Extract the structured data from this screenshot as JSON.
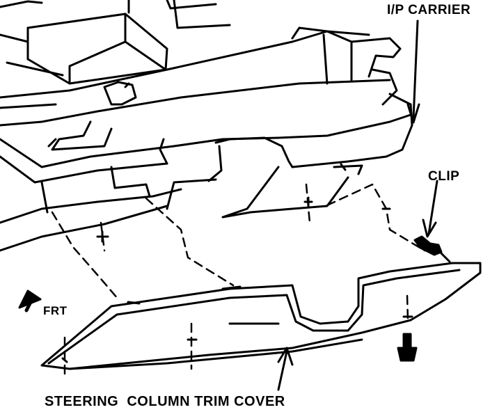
{
  "labels": {
    "ip_carrier": "I/P CARRIER",
    "clip": "CLIP",
    "frt": "FRT",
    "trim_cover": "STEERING  COLUMN TRIM COVER"
  },
  "colors": {
    "ink": "#000000",
    "paper": "#ffffff"
  }
}
